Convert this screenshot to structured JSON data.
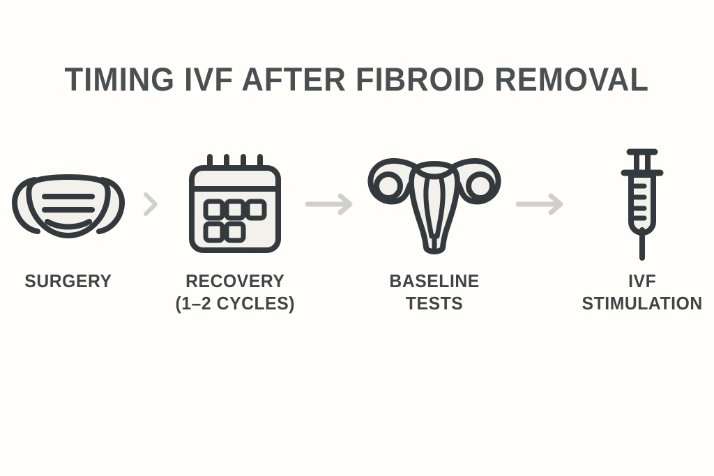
{
  "page": {
    "title": "TIMING IVF AFTER FIBROID REMOVAL",
    "background_color": "#fffefb",
    "title_color": "#4a5052",
    "label_color": "#3f4447",
    "icon_stroke_color": "#33393c",
    "icon_fill_color": "#f3f1ec",
    "connector_color": "#cfcfcd"
  },
  "flow": {
    "steps": [
      {
        "id": "surgery",
        "icon": "surgical-mask-icon",
        "label": "SURGERY"
      },
      {
        "id": "recovery",
        "icon": "calendar-icon",
        "label": "RECOVERY\n(1–2 CYCLES)"
      },
      {
        "id": "baseline-tests",
        "icon": "uterus-icon",
        "label": "BASELINE\nTESTS"
      },
      {
        "id": "ivf-stimulation",
        "icon": "syringe-icon",
        "label": "IVF\nSTIMULATION"
      }
    ],
    "connectors": [
      {
        "id": "connector-1",
        "type": "chevron-right-icon"
      },
      {
        "id": "connector-2",
        "type": "arrow-right-icon"
      },
      {
        "id": "connector-3",
        "type": "arrow-right-icon"
      }
    ]
  }
}
